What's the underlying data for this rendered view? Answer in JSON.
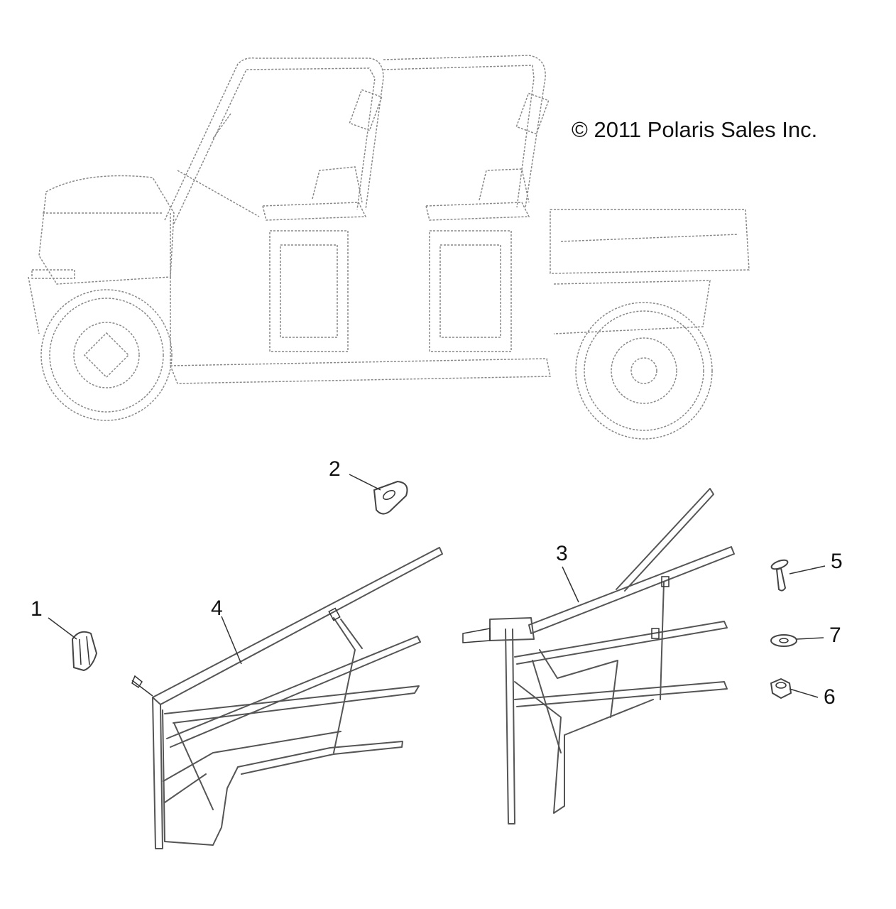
{
  "copyright": "© 2011 Polaris Sales Inc.",
  "callouts": [
    {
      "id": "1",
      "label": "1"
    },
    {
      "id": "2",
      "label": "2"
    },
    {
      "id": "3",
      "label": "3"
    },
    {
      "id": "4",
      "label": "4"
    },
    {
      "id": "5",
      "label": "5"
    },
    {
      "id": "6",
      "label": "6"
    },
    {
      "id": "7",
      "label": "7"
    }
  ]
}
